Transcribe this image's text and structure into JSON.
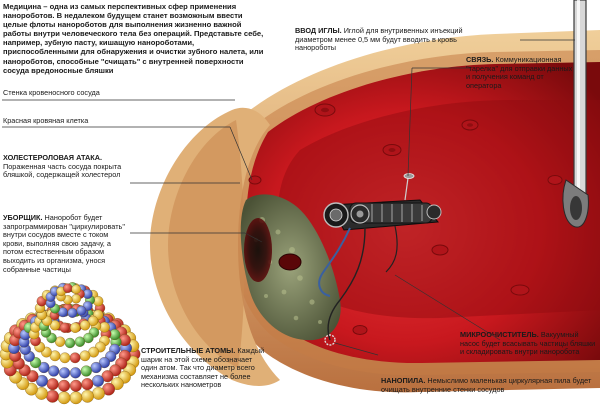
{
  "intro_text": "Медицина – одна из самых перспективных сфер применения нанороботов. В недалеком будущем станет возможным ввести целые флоты нанороботов для выполнения жизненно важной работы внутри человеческого тела без операций. Представьте себе, например, зубную пасту, кишащую нанороботами, приспособленными для обнаружения и очистки зубного налета, или нанороботов, способные \"счищать\" с внутренней поверхности сосуда вредоносные бляшки",
  "labels": {
    "vessel_wall": "Стенка кровеносного сосуда",
    "red_cell": "Красная кровяная клетка"
  },
  "callouts": {
    "needle": {
      "title": "ВВОД ИГЛЫ.",
      "text": "Иглой для внутривенных инъекций диаметром менее 0,5 мм будут вводить в кровь нанороботы"
    },
    "link": {
      "title": "СВЯЗЬ.",
      "text": "Коммуникационная \"тарелка\" для отправки данных и получения команд от оператора"
    },
    "cholesterol": {
      "title": "ХОЛЕСТЕРОЛОВАЯ АТАКА.",
      "text": "Пораженная часть сосуда покрыта бляшкой, содержащей холестерол"
    },
    "cleaner": {
      "title": "УБОРЩИК.",
      "text": "Наноробот будет запрограммирован \"циркулировать\" внутри сосудов вместе с током крови, выполняя свою задачу, а потом естественным образом выходить из организма, унося собранные частицы"
    },
    "atoms": {
      "title": "СТРОИТЕЛЬНЫЕ АТОМЫ.",
      "text": "Каждый шарик на этой схеме обозначает один атом. Так что диаметр всего механизма составляет не более нескольких нанометров"
    },
    "micro": {
      "title": "МИКРООЧИСТИТЕЛЬ.",
      "text": "Вакуумный насос будет всасывать частицы бляшки и складировать внутри наноробота"
    },
    "saw": {
      "title": "НАНОПИЛА.",
      "text": "Немыслимо маленькая циркулярная пила будет очищать внутренние стенки сосудов"
    }
  },
  "colors": {
    "vessel_wall": "#d9a86e",
    "vessel_wall_dark": "#b46a3c",
    "blood": "#c8181e",
    "blood_dark": "#5a0608",
    "plaque": "#6e7a52",
    "needle": "#3a3a3a"
  }
}
